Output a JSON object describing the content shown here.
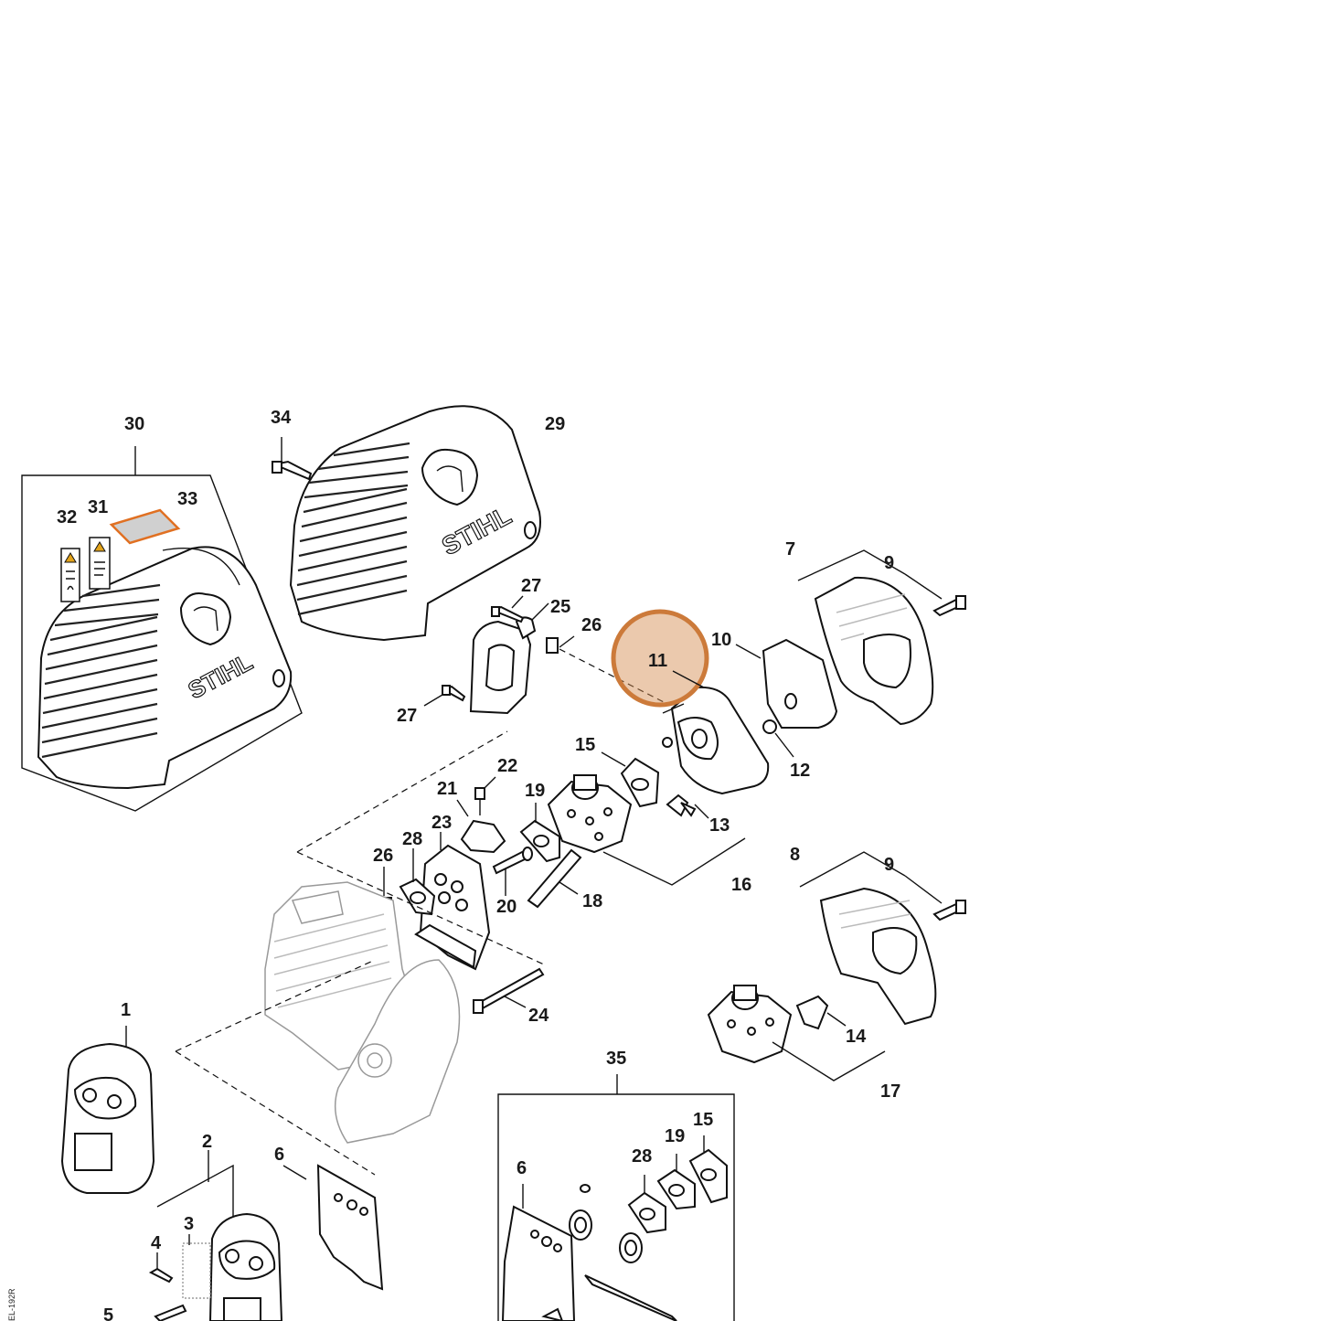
{
  "diagram": {
    "brand_text": "STIHL",
    "highlight_color": "#d2874a",
    "highlighted_callout": "11",
    "callouts": {
      "c1": "1",
      "c2": "2",
      "c3": "3",
      "c4": "4",
      "c5": "5",
      "c6a": "6",
      "c6b": "6",
      "c7": "7",
      "c8": "8",
      "c9a": "9",
      "c9b": "9",
      "c10": "10",
      "c11": "11",
      "c12": "12",
      "c13": "13",
      "c14": "14",
      "c15a": "15",
      "c15b": "15",
      "c16": "16",
      "c17": "17",
      "c18": "18",
      "c19a": "19",
      "c19b": "19",
      "c20": "20",
      "c21": "21",
      "c22": "22",
      "c23": "23",
      "c24": "24",
      "c25": "25",
      "c26a": "26",
      "c26b": "26",
      "c27a": "27",
      "c27b": "27",
      "c28a": "28",
      "c28b": "28",
      "c29": "29",
      "c30": "30",
      "c31": "31",
      "c32": "32",
      "c33": "33",
      "c34": "34",
      "c35": "35"
    },
    "drawing_code": "EL-192R"
  }
}
